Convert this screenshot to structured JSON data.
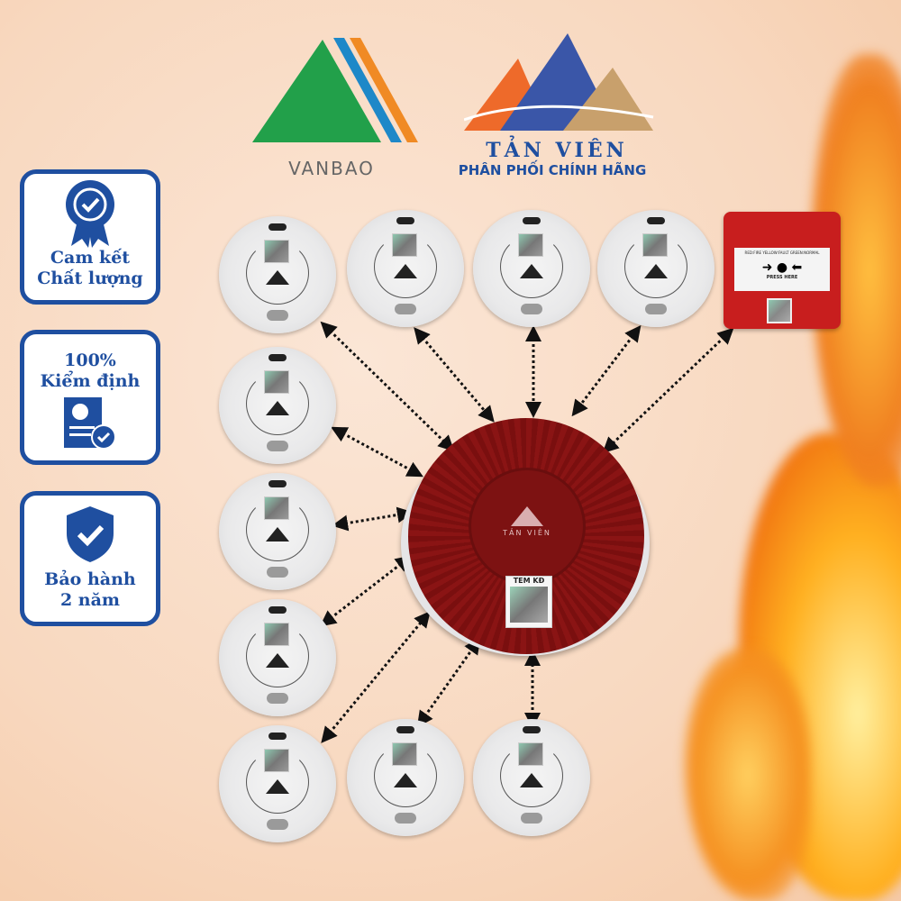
{
  "logos": {
    "vanbao": "VANBAO",
    "tanvien_name": "TẢN VIÊN",
    "tanvien_tagline": "PHÂN PHỐI CHÍNH HÃNG"
  },
  "badges": [
    {
      "line1": "Cam kết",
      "line2": "Chất lượng",
      "icon": "award-ribbon-icon"
    },
    {
      "line1": "100%",
      "line2": "Kiểm định",
      "icon": "certificate-document-icon"
    },
    {
      "line1": "Bảo hành",
      "line2": "2 năm",
      "icon": "shield-check-icon"
    }
  ],
  "call_point": {
    "status_text": "RED:FIRE YELLOW:FAULT GREEN:NORMAL",
    "press_text": "PRESS HERE"
  },
  "siren": {
    "brand": "TẢN VIÊN",
    "sticker": "TEM KĐ"
  },
  "colors": {
    "brand_blue": "#1f4fa0",
    "siren_red": "#8a1414",
    "call_point_red": "#c81e1e"
  }
}
